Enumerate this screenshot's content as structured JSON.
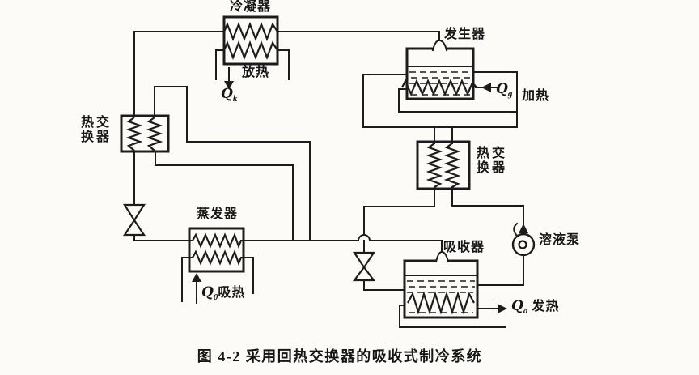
{
  "figure": {
    "caption": "图 4-2  采用回热交换器的吸收式制冷系统"
  },
  "labels": {
    "condenser": "冷凝器",
    "condenser_heat": "放热",
    "q_condenser": "Q",
    "q_condenser_sub": "k",
    "generator": "发生器",
    "generator_heat": "加热",
    "q_generator": "Q",
    "q_generator_sub": "g",
    "hx_left_line1": "热交",
    "hx_left_line2": "换器",
    "hx_right_line1": "热交",
    "hx_right_line2": "换器",
    "evaporator": "蒸发器",
    "q_evaporator": "Q",
    "q_evaporator_sub": "0",
    "evaporator_heat": "吸热",
    "absorber": "吸收器",
    "q_absorber": "Q",
    "q_absorber_sub": "a",
    "absorber_heat": "发热",
    "pump": "溶液泵"
  },
  "colors": {
    "ink": "#1c1c1c",
    "paper": "#fcfbf7"
  }
}
